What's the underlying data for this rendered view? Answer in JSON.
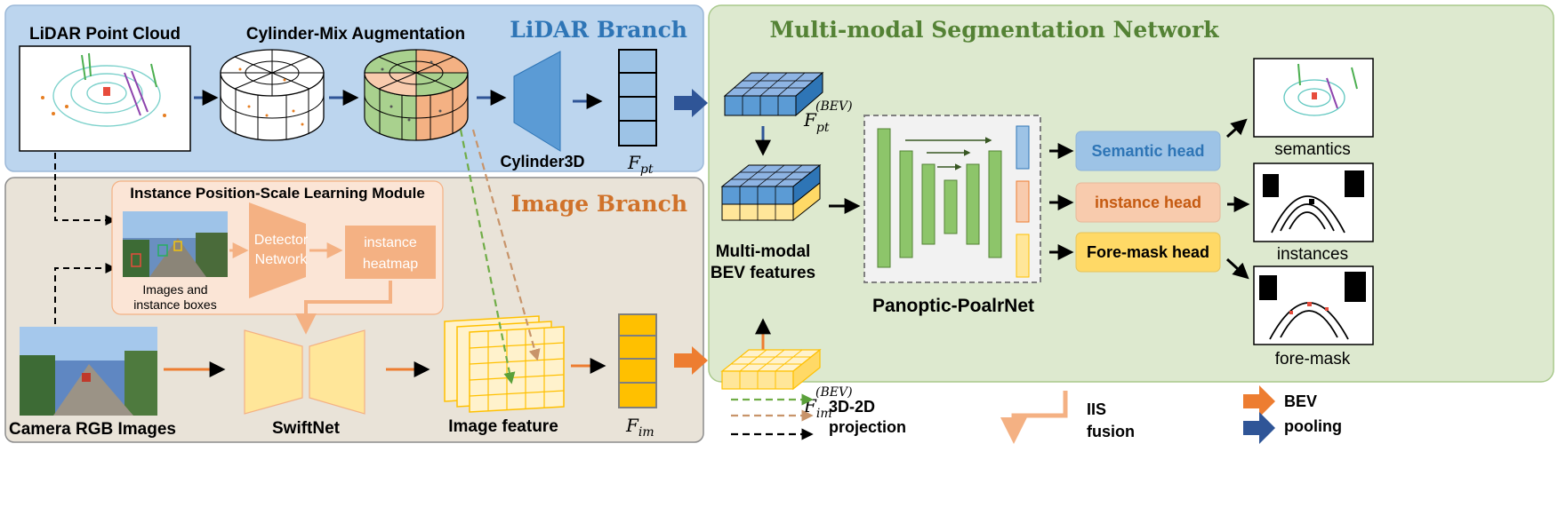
{
  "lidar_branch": {
    "title": "LiDAR Branch",
    "point_cloud_label": "LiDAR Point Cloud",
    "augmentation_label": "Cylinder-Mix Augmentation",
    "backbone_label": "Cylinder3D",
    "feature_label": "F",
    "feature_sub": "pt"
  },
  "image_branch": {
    "title": "Image Branch",
    "module_title": "Instance Position-Scale Learning Module",
    "images_boxes_label_1": "Images and",
    "images_boxes_label_2": "instance boxes",
    "detector_label_1": "Detector",
    "detector_label_2": "Network",
    "heatmap_label_1": "instance",
    "heatmap_label_2": "heatmap",
    "camera_label": "Camera RGB Images",
    "swiftnet_label": "SwiftNet",
    "image_feature_label": "Image feature",
    "feature_label": "F",
    "feature_sub": "im"
  },
  "seg_network": {
    "title": "Multi-modal Segmentation Network",
    "bev_pt_label": "F",
    "bev_pt_sub": "pt",
    "bev_sup": "(BEV)",
    "bev_im_label": "F",
    "bev_im_sub": "im",
    "multimodal_label_1": "Multi-modal",
    "multimodal_label_2": "BEV features",
    "panoptic_label": "Panoptic-PoalrNet",
    "heads": {
      "semantic": "Semantic head",
      "instance": "instance head",
      "foremask": "Fore-mask head"
    },
    "outputs": {
      "semantics": "semantics",
      "instances": "instances",
      "foremask": "fore-mask"
    }
  },
  "legend": {
    "projection_1": "3D-2D",
    "projection_2": "projection",
    "fusion_1": "IIS",
    "fusion_2": "fusion",
    "pooling_1": "BEV",
    "pooling_2": "pooling"
  },
  "colors": {
    "lidar_bg": "#bcd5ee",
    "image_bg": "#e9e3d8",
    "seg_bg": "#dde9cf",
    "lidar_title": "#2e75b6",
    "image_title": "#d0722a",
    "seg_title": "#548235",
    "blue_cube": "#6f9fd8",
    "yellow_cube": "#ffeb9a",
    "orange_arrow": "#ed7d31",
    "blue_arrow": "#2f5597",
    "green_bar": "#8dc56a"
  }
}
